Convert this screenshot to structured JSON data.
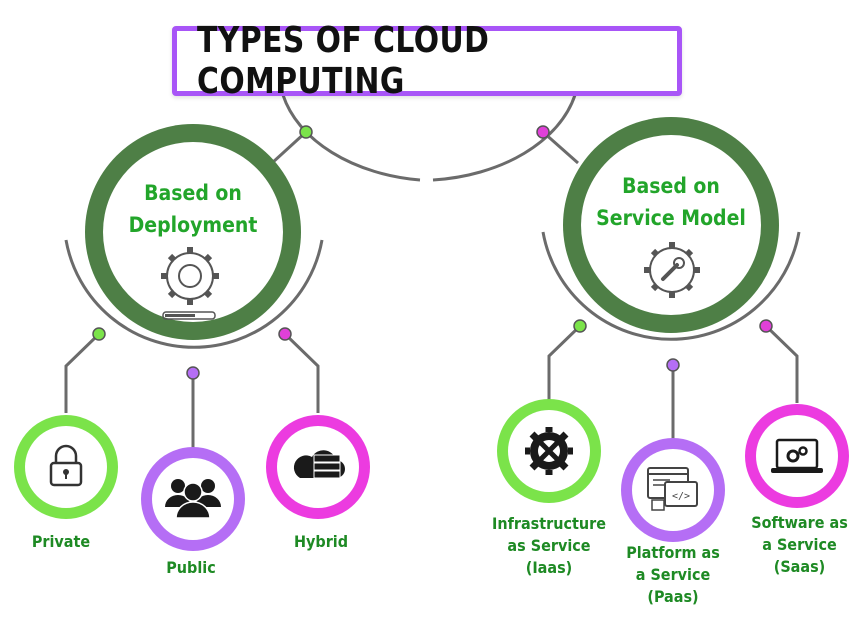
{
  "title": "TYPES OF CLOUD COMPUTING",
  "colors": {
    "hub_ring": "#4e7f46",
    "hub_label": "#22a52a",
    "leaf_label": "#1e8a24",
    "green": "#6ee33a",
    "purple": "#a855f7",
    "magenta": "#ec3be0",
    "connector": "#6b6b6b"
  },
  "hubs": {
    "deployment": {
      "label_line1": "Based on",
      "label_line2": "Deployment",
      "icon": "gear-icon"
    },
    "service": {
      "label_line1": "Based on",
      "label_line2": "Service Model",
      "icon": "gear-wrench-icon"
    }
  },
  "leaves": {
    "private": {
      "label": "Private",
      "icon": "lock-icon"
    },
    "public": {
      "label": "Public",
      "icon": "people-group-icon"
    },
    "hybrid": {
      "label": "Hybrid",
      "icon": "cloud-server-icon"
    },
    "iaas": {
      "line1": "Infrastructure",
      "line2": "as Service",
      "line3": "(Iaas)",
      "icon": "gears-icon"
    },
    "paas": {
      "line1": "Platform as",
      "line2": "a Service",
      "line3": "(Paas)",
      "icon": "code-window-icon"
    },
    "saas": {
      "line1": "Software as",
      "line2": "a Service",
      "line3": "(Saas)",
      "icon": "laptop-gears-icon"
    }
  }
}
